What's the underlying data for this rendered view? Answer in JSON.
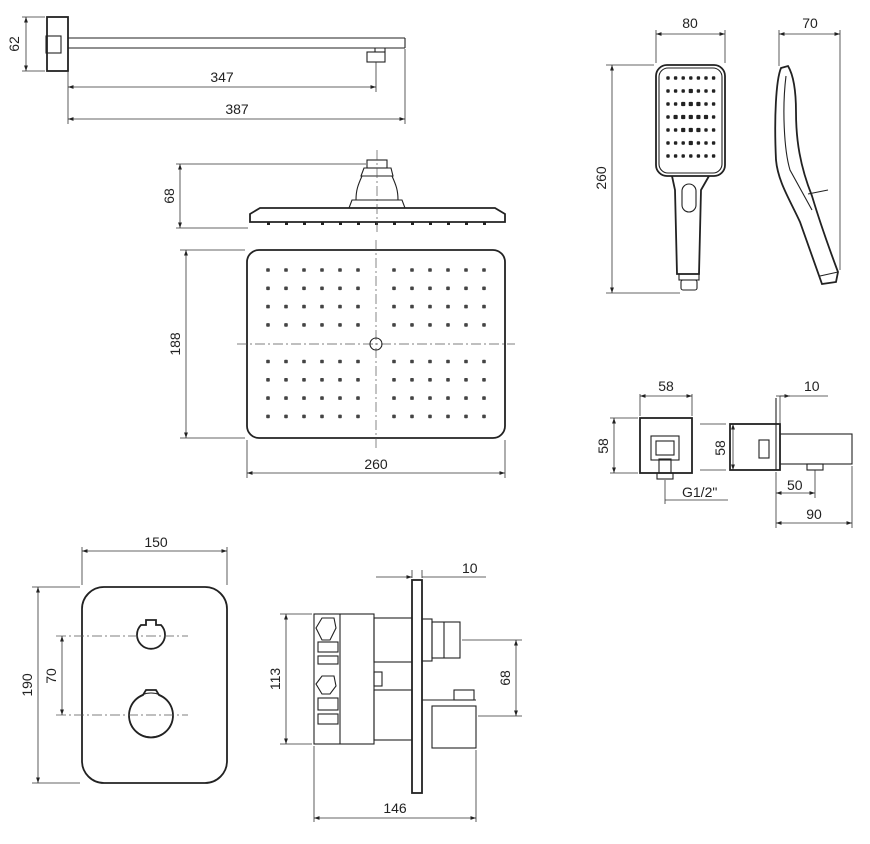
{
  "drawing": {
    "shower_arm": {
      "height": "62",
      "length_inner": "347",
      "length_total": "387"
    },
    "rain_head": {
      "height": "68",
      "depth": "188",
      "width": "260"
    },
    "hand_shower": {
      "width": "80",
      "depth": "70",
      "length": "260"
    },
    "wall_outlet": {
      "width": "58",
      "height": "58",
      "thread": "G1/2\"",
      "side_height": "58",
      "flange": "10",
      "offset": "50",
      "projection": "90"
    },
    "thermostat": {
      "width": "150",
      "height": "190",
      "knob_spacing": "70",
      "body_height": "113",
      "plate": "10",
      "outlet_spacing": "68",
      "depth": "146"
    }
  }
}
